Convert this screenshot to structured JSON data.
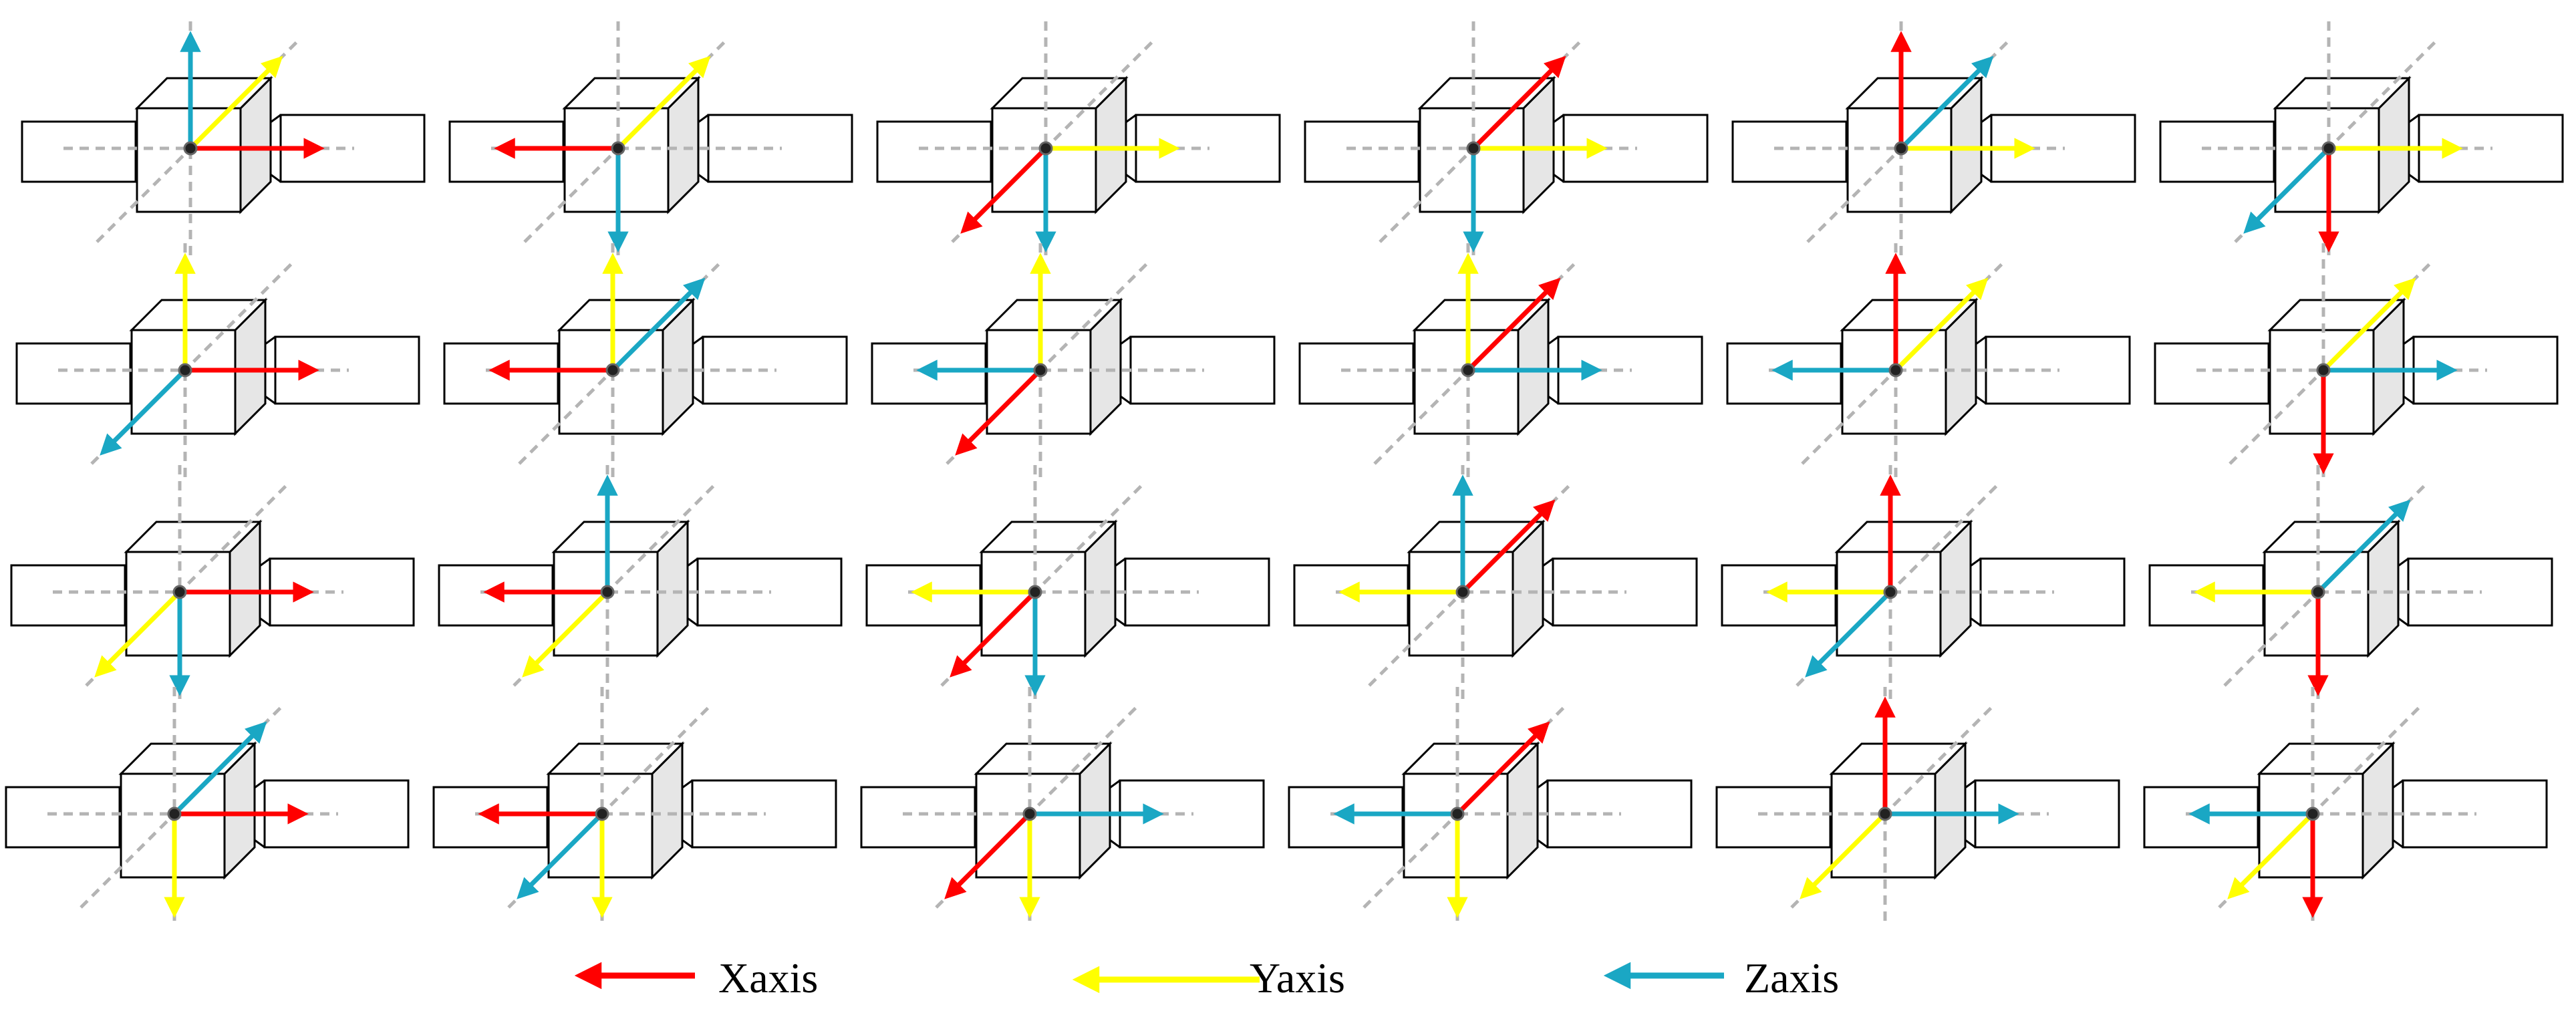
{
  "colors": {
    "x_axis": "#ff0000",
    "y_axis": "#ffff00",
    "z_axis": "#1aa7c4",
    "guide": "#b4b4b4",
    "outline": "#000000",
    "side_face": "#e6e6e6"
  },
  "legend": [
    {
      "key": "x",
      "label": "Xaxis"
    },
    {
      "key": "y",
      "label": "Yaxis"
    },
    {
      "key": "z",
      "label": "Zaxis"
    }
  ],
  "grid": {
    "rows": 4,
    "cols": 6,
    "orientations": [
      [
        {
          "x": "right",
          "y": "up-right",
          "z": "up"
        },
        {
          "x": "left",
          "y": "up-right",
          "z": "down"
        },
        {
          "x": "down-left",
          "y": "right",
          "z": "down"
        },
        {
          "x": "up-right",
          "y": "right",
          "z": "down"
        },
        {
          "x": "up",
          "y": "right",
          "z": "up-right"
        },
        {
          "x": "down",
          "y": "right",
          "z": "down-left"
        }
      ],
      [
        {
          "x": "right",
          "y": "up",
          "z": "down-left"
        },
        {
          "x": "left",
          "y": "up",
          "z": "up-right"
        },
        {
          "x": "down-left",
          "y": "up",
          "z": "left"
        },
        {
          "x": "up-right",
          "y": "up",
          "z": "right"
        },
        {
          "x": "up",
          "y": "up-right",
          "z": "left"
        },
        {
          "x": "down",
          "y": "up-right",
          "z": "right"
        }
      ],
      [
        {
          "x": "right",
          "y": "down-left",
          "z": "down"
        },
        {
          "x": "left",
          "y": "down-left",
          "z": "up"
        },
        {
          "x": "down-left",
          "y": "left",
          "z": "down"
        },
        {
          "x": "up-right",
          "y": "left",
          "z": "up"
        },
        {
          "x": "up",
          "y": "left",
          "z": "down-left"
        },
        {
          "x": "down",
          "y": "left",
          "z": "up-right"
        }
      ],
      [
        {
          "x": "right",
          "y": "down",
          "z": "up-right"
        },
        {
          "x": "left",
          "y": "down",
          "z": "down-left"
        },
        {
          "x": "down-left",
          "y": "down",
          "z": "right"
        },
        {
          "x": "up-right",
          "y": "down",
          "z": "left"
        },
        {
          "x": "up",
          "y": "down-left",
          "z": "right"
        },
        {
          "x": "down",
          "y": "down-left",
          "z": "left"
        }
      ]
    ]
  }
}
